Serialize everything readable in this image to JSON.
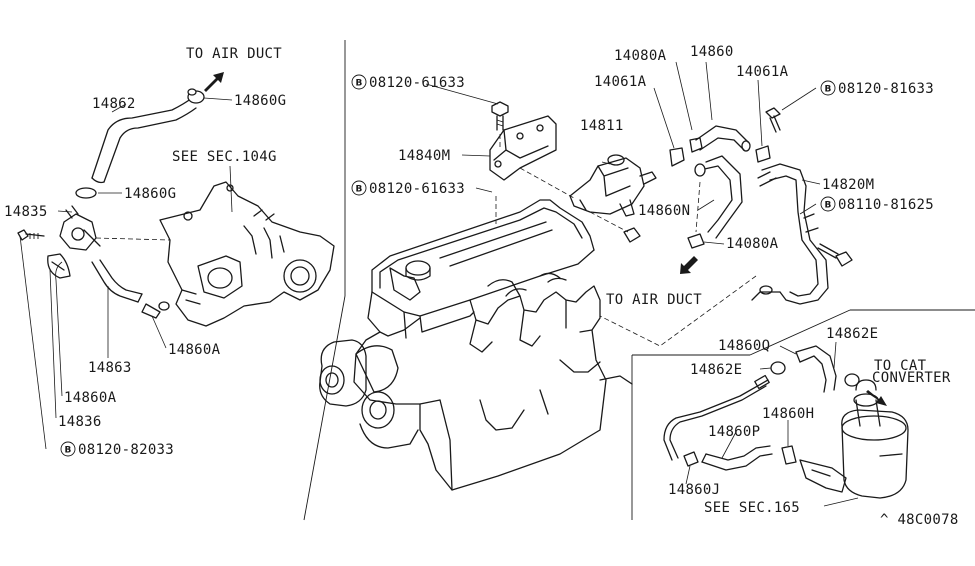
{
  "labels": {
    "to_air_duct_top": "TO AIR DUCT",
    "p14862_left": "14862",
    "p14860G_top": "14860G",
    "see_sec_104G": "SEE SEC.104G",
    "p14860G_mid": "14860G",
    "p14835": "14835",
    "p14863": "14863",
    "p14860A_right": "14860A",
    "p14860A_left": "14860A",
    "p14836": "14836",
    "bolt_82033": "08120-82033",
    "bolt_61633_top": "08120-61633",
    "p14840M": "14840M",
    "bolt_61633_mid": "08120-61633",
    "p14811": "14811",
    "p14080A_top": "14080A",
    "p14860_top": "14860",
    "p14061A_left": "14061A",
    "p14061A_right": "14061A",
    "bolt_81633": "08120-81633",
    "p14820M": "14820M",
    "bolt_81625": "08110-81625",
    "p14860N": "14860N",
    "p14080A_bottom": "14080A",
    "to_air_duct_mid": "TO AIR DUCT",
    "p14860Q": "14860Q",
    "p14862E_top": "14862E",
    "p14862E_left": "14862E",
    "to_cat_1": "TO CAT",
    "to_cat_2": "CONVERTER",
    "p14860H": "14860H",
    "p14860P": "14860P",
    "p14860J": "14860J",
    "see_sec_165": "SEE SEC.165",
    "ref_code": "^ 48C0078"
  },
  "bolt_symbol": "B"
}
